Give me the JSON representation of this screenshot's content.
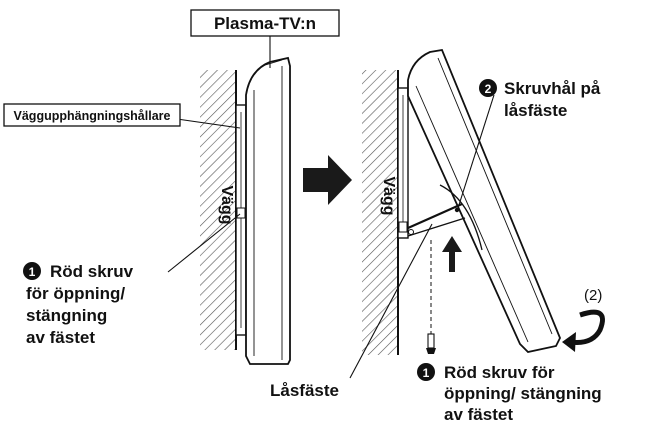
{
  "labels": {
    "plasma_tv": "Plasma-TV:n",
    "wall_bracket": "Väggupphängningshållare",
    "wall_left": "Vägg",
    "wall_right": "Vägg",
    "step1_left_line1": "Röd skruv",
    "step1_left_line2": "för öppning/",
    "step1_left_line3": "stängning",
    "step1_left_line4": "av fästet",
    "step2_line1": "Skruvhål på",
    "step2_line2": "låsfäste",
    "lock_bracket": "Låsfäste",
    "step1_right_line1": "Röd skruv för",
    "step1_right_line2": "öppning/ stängning",
    "step1_right_line3": "av fästet",
    "step_marker": "(2)"
  },
  "markers": {
    "one": "1",
    "two": "2"
  },
  "colors": {
    "ink": "#111111",
    "background": "#ffffff",
    "hatch": "#555555",
    "arrow": "#1a1a1a"
  }
}
